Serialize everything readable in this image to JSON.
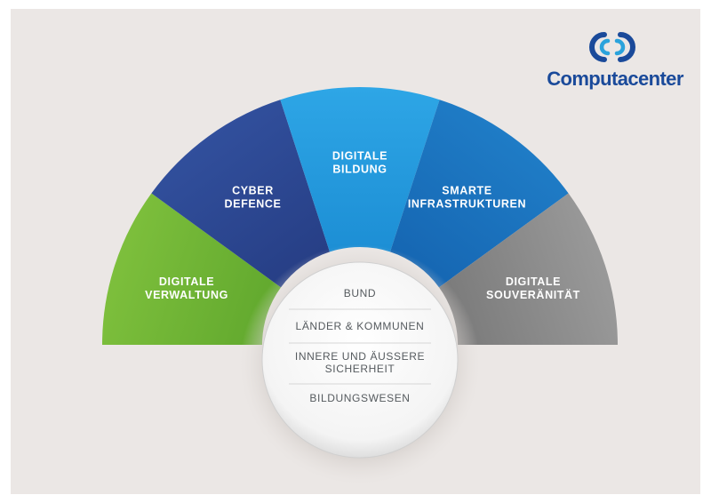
{
  "logo": {
    "name": "Computacenter",
    "colors": {
      "dark": "#1a4a9a",
      "light": "#2aa3dc"
    }
  },
  "segments": [
    {
      "id": "digitale-verwaltung",
      "lines": [
        "DIGITALE",
        "VERWALTUNG"
      ],
      "color": "#62a92e",
      "color_light": "#7dbf3c"
    },
    {
      "id": "cyber-defence",
      "lines": [
        "CYBER",
        "DEFENCE"
      ],
      "color": "#273f86",
      "color_light": "#314f9c"
    },
    {
      "id": "digitale-bildung",
      "lines": [
        "DIGITALE",
        "BILDUNG"
      ],
      "color": "#1d8fd5",
      "color_light": "#2ea6e6"
    },
    {
      "id": "smarte-infrastrukturen",
      "lines": [
        "SMARTE",
        "INFRASTRUKTUREN"
      ],
      "color": "#1667b3",
      "color_light": "#1f7cc6"
    },
    {
      "id": "digitale-souveraenitaet",
      "lines": [
        "DIGITALE",
        "SOUVERÄNITÄT"
      ],
      "color": "#7b7b7b",
      "color_light": "#999999"
    }
  ],
  "center": {
    "items": [
      {
        "lines": [
          "BUND"
        ]
      },
      {
        "lines": [
          "LÄNDER & KOMMUNEN"
        ]
      },
      {
        "lines": [
          "INNERE UND ÄUSSERE",
          "SICHERHEIT"
        ]
      },
      {
        "lines": [
          "BILDUNGSWESEN"
        ]
      }
    ]
  },
  "colors": {
    "background": "#ebe7e5",
    "center_text": "#555a5e",
    "center_fill": "#ffffff"
  }
}
